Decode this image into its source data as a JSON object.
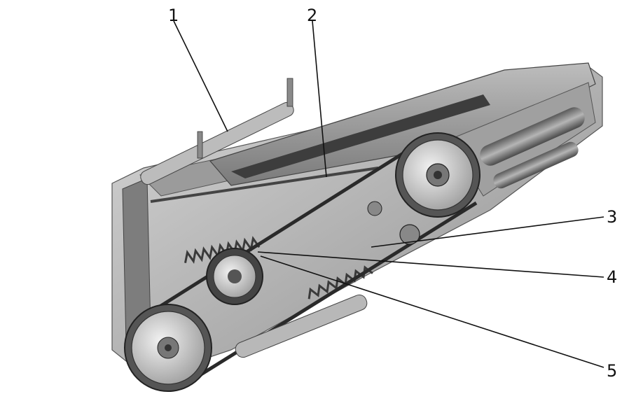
{
  "figure": {
    "callouts": [
      {
        "id": "1",
        "label": "1"
      },
      {
        "id": "2",
        "label": "2"
      },
      {
        "id": "3",
        "label": "3"
      },
      {
        "id": "4",
        "label": "4"
      },
      {
        "id": "5",
        "label": "5"
      }
    ],
    "colors": {
      "body_light": "#cfcfcf",
      "body_mid": "#a8a8a8",
      "body_dark": "#6f6f6f",
      "belt": "#2a2a2a",
      "line": "#111111",
      "background": "#ffffff"
    }
  }
}
